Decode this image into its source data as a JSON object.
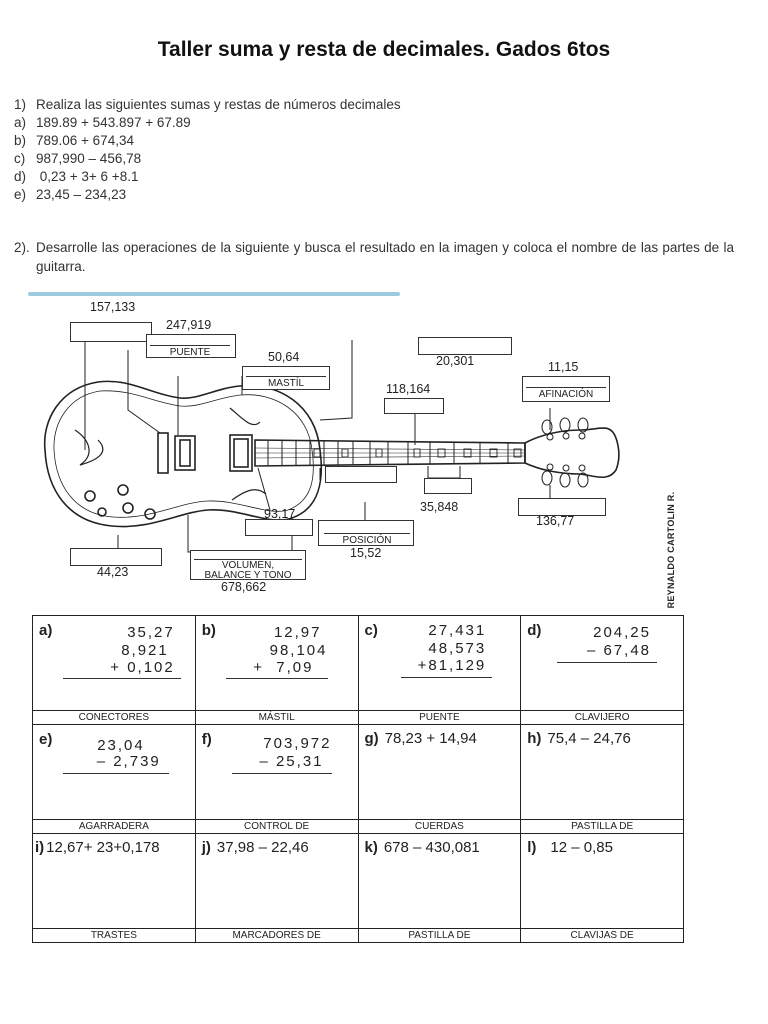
{
  "title": "Taller suma y resta de decimales. Gados 6tos",
  "question1": {
    "prompt": "Realiza las siguientes sumas y restas de números decimales",
    "number": "1)",
    "items": [
      {
        "key": "a)",
        "text": "189.89 + 543.897 + 67.89"
      },
      {
        "key": "b)",
        "text": "789.06 + 674,34"
      },
      {
        "key": "c)",
        "text": "987,990 – 456,78"
      },
      {
        "key": "d)",
        "text": " 0,23 + 3+ 6 +8.1"
      },
      {
        "key": "e)",
        "text": "23,45 – 234,23"
      }
    ]
  },
  "question2": {
    "number": "2).",
    "text": "Desarrolle las operaciones de la siguiente y busca el resultado en la imagen y coloca el nombre de las partes de la guitarra."
  },
  "guitar": {
    "values": {
      "v157": "157,133",
      "v247": "247,919",
      "v50": "50,64",
      "v20": "20,301",
      "v118": "118,164",
      "v11": "11,15",
      "v93": "93,17",
      "v35": "35,848",
      "v136": "136,77",
      "v44": "44,23",
      "v15": "15,52",
      "v678": "678,662"
    },
    "parts": {
      "puente": "PUENTE",
      "mastil": "MASTÍL",
      "afinacion": "AFINACIÓN",
      "posicion": "POSICIÓN",
      "volumen1": "VOLUMEN,",
      "volumen2": "BALANCE Y TONO"
    },
    "signature": "REYNALDO CARTOLIN R."
  },
  "exercises": [
    {
      "letter": "a)",
      "lines": [
        "35,27",
        "8,921",
        "+ 0,102"
      ],
      "label": "CONECTORES"
    },
    {
      "letter": "b)",
      "lines": [
        "12,97",
        "98,104",
        "+  7,09"
      ],
      "label": "MÁSTIL"
    },
    {
      "letter": "c)",
      "lines": [
        "27,431",
        "48,573",
        "+81,129"
      ],
      "label": "PUENTE"
    },
    {
      "letter": "d)",
      "lines": [
        "204,25",
        "– 67,48"
      ],
      "label": "CLAVIJERO"
    },
    {
      "letter": "e)",
      "lines": [
        "23,04",
        "– 2,739"
      ],
      "label": "AGARRADERA"
    },
    {
      "letter": "f)",
      "lines": [
        "703,972",
        "– 25,31"
      ],
      "label": "CONTROL DE"
    },
    {
      "letter": "g)",
      "inline": "78,23 + 14,94",
      "label": "CUERDAS"
    },
    {
      "letter": "h)",
      "inline": "75,4 – 24,76",
      "label": "PASTILLA DE"
    },
    {
      "letter": "i)",
      "inline": "12,67+ 23+0,178",
      "label": "TRASTES"
    },
    {
      "letter": "j)",
      "inline": "37,98 – 22,46",
      "label": "MARCADORES DE"
    },
    {
      "letter": "k)",
      "inline": "678 – 430,081",
      "label": "PASTILLA DE"
    },
    {
      "letter": "l)",
      "inline": "12 – 0,85",
      "label": "CLAVIJAS DE"
    }
  ]
}
